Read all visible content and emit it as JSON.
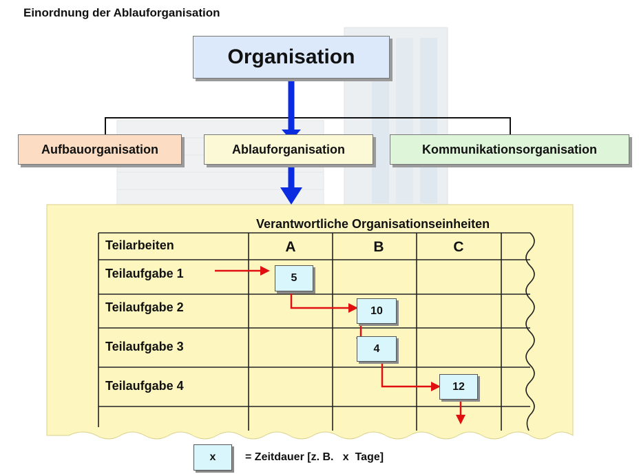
{
  "title": "Einordnung der Ablauforganisation",
  "top_box": "Organisation",
  "sub_boxes": {
    "aufbau": "Aufbauorganisation",
    "ablauf": "Ablauforganisation",
    "kommunikation": "Kommunikationsorganisation"
  },
  "table": {
    "heading": "Verantwortliche Organisationseinheiten",
    "row_header": "Teilarbeiten",
    "columns": [
      "A",
      "B",
      "C"
    ],
    "rows": [
      "Teilaufgabe 1",
      "Teilaufgabe 2",
      "Teilaufgabe 3",
      "Teilaufgabe 4"
    ],
    "durations": [
      {
        "task": "Teilaufgabe 1",
        "unit": "A",
        "value": "5"
      },
      {
        "task": "Teilaufgabe 2",
        "unit": "B",
        "value": "10"
      },
      {
        "task": "Teilaufgabe 3",
        "unit": "B",
        "value": "4"
      },
      {
        "task": "Teilaufgabe 4",
        "unit": "C",
        "value": "12"
      }
    ]
  },
  "legend": {
    "symbol": "x",
    "text": "= Zeitdauer [z. B.   x  Tage]"
  },
  "colors": {
    "arrow_blue": "#0a2be0",
    "arrow_red": "#e01010",
    "table_bg": "#fdf7bf",
    "duration_box": "#d8f6fb"
  }
}
